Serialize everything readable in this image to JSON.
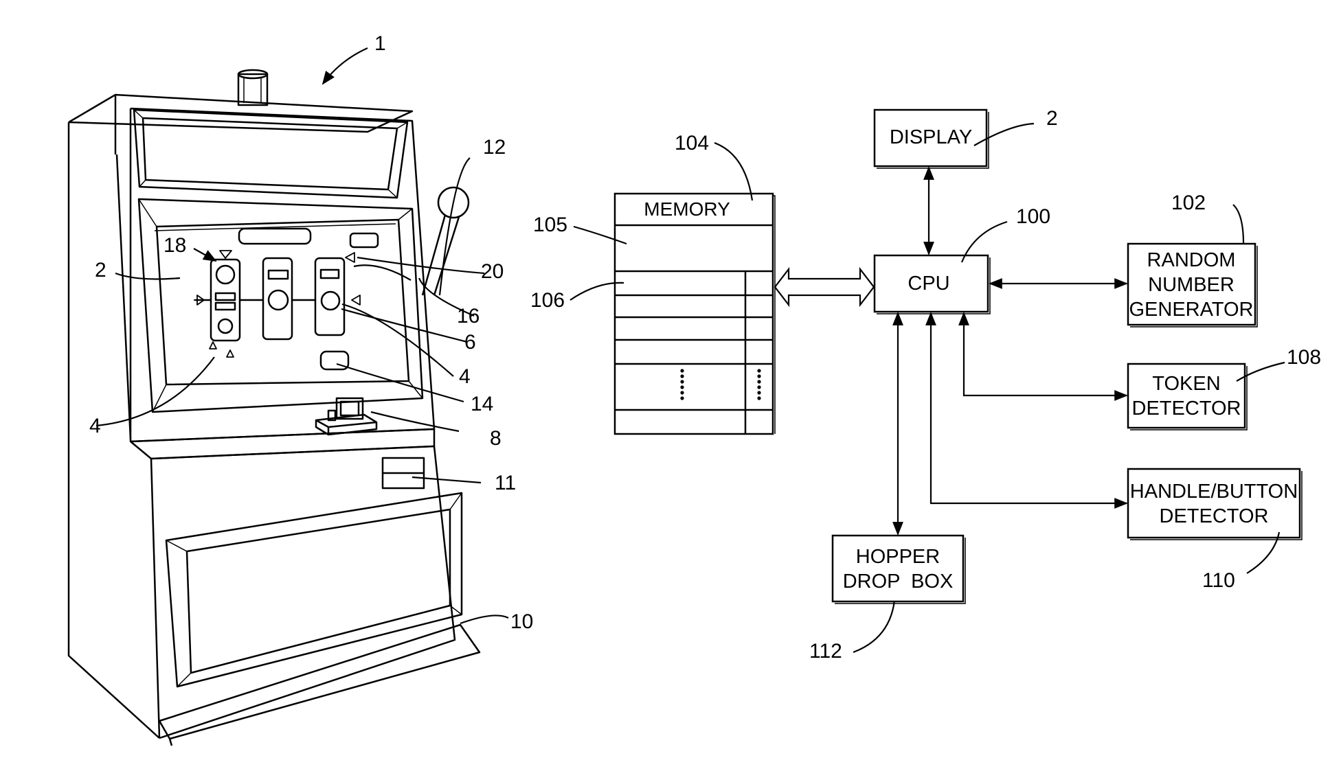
{
  "machine": {
    "ref_machine": "1",
    "ref_display": "2",
    "ref_reel_4a": "4",
    "ref_reel_4b": "4",
    "ref_indicator": "6",
    "ref_token_slot": "8",
    "ref_tray": "10",
    "ref_bill_acceptor": "11",
    "ref_handle": "12",
    "ref_button": "14",
    "ref_16": "16",
    "ref_18": "18",
    "ref_20": "20"
  },
  "block_diagram": {
    "display": {
      "label": "DISPLAY",
      "ref": "2"
    },
    "cpu": {
      "label": "CPU",
      "ref": "100"
    },
    "memory": {
      "label": "MEMORY",
      "ref": "104",
      "ref_row_a": "105",
      "ref_row_b": "106"
    },
    "rng": {
      "line1": "RANDOM",
      "line2": "NUMBER",
      "line3": "GENERATOR",
      "ref": "102"
    },
    "token": {
      "line1": "TOKEN",
      "line2": "DETECTOR",
      "ref": "108"
    },
    "handle": {
      "line1": "HANDLE/BUTTON",
      "line2": "DETECTOR",
      "ref": "110"
    },
    "hopper": {
      "line1": "HOPPER",
      "line2": "DROP  BOX",
      "ref": "112"
    }
  }
}
